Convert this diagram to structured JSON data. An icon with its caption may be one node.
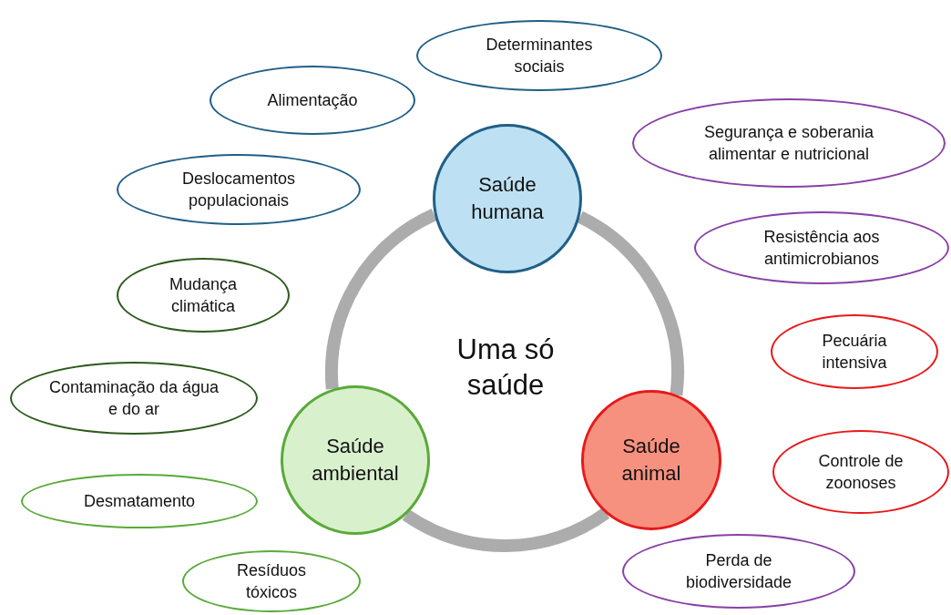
{
  "diagram": {
    "nodes": [
      {
        "text": [
          "Determinantes sociais"
        ]
      },
      {
        "text": [
          "Alimentação"
        ]
      },
      {
        "text": [
          "Segurança e soberania alimentar e nutricional"
        ]
      },
      {
        "text": [
          "Deslocamentos populacionais"
        ]
      },
      {
        "text": [
          "Saúde humana"
        ]
      },
      {
        "text": [
          "Resistência aos antimicrobianos"
        ]
      },
      {
        "text": [
          "Mudança climática"
        ]
      },
      {
        "text": [
          "Pecuária intensiva"
        ]
      },
      {
        "text": [
          "Contaminação da água e do ar"
        ]
      },
      {
        "text": [
          "Saúde ambiental"
        ]
      },
      {
        "text": [
          "Saúde animal"
        ]
      },
      {
        "text": [
          "Controle de zoonoses"
        ]
      },
      {
        "text": [
          "Desmatamento"
        ]
      },
      {
        "text": [
          "Perda de biodiversidade"
        ]
      },
      {
        "text": [
          "Resíduos tóxicos"
        ]
      }
    ],
    "edges": [
      {
        "from": 4,
        "to": 10,
        "arrow": "none"
      },
      {
        "from": 10,
        "to": 9,
        "arrow": "none"
      },
      {
        "from": 9,
        "to": 4,
        "arrow": "none"
      }
    ],
    "labels": [
      "Uma só saúde"
    ]
  }
}
